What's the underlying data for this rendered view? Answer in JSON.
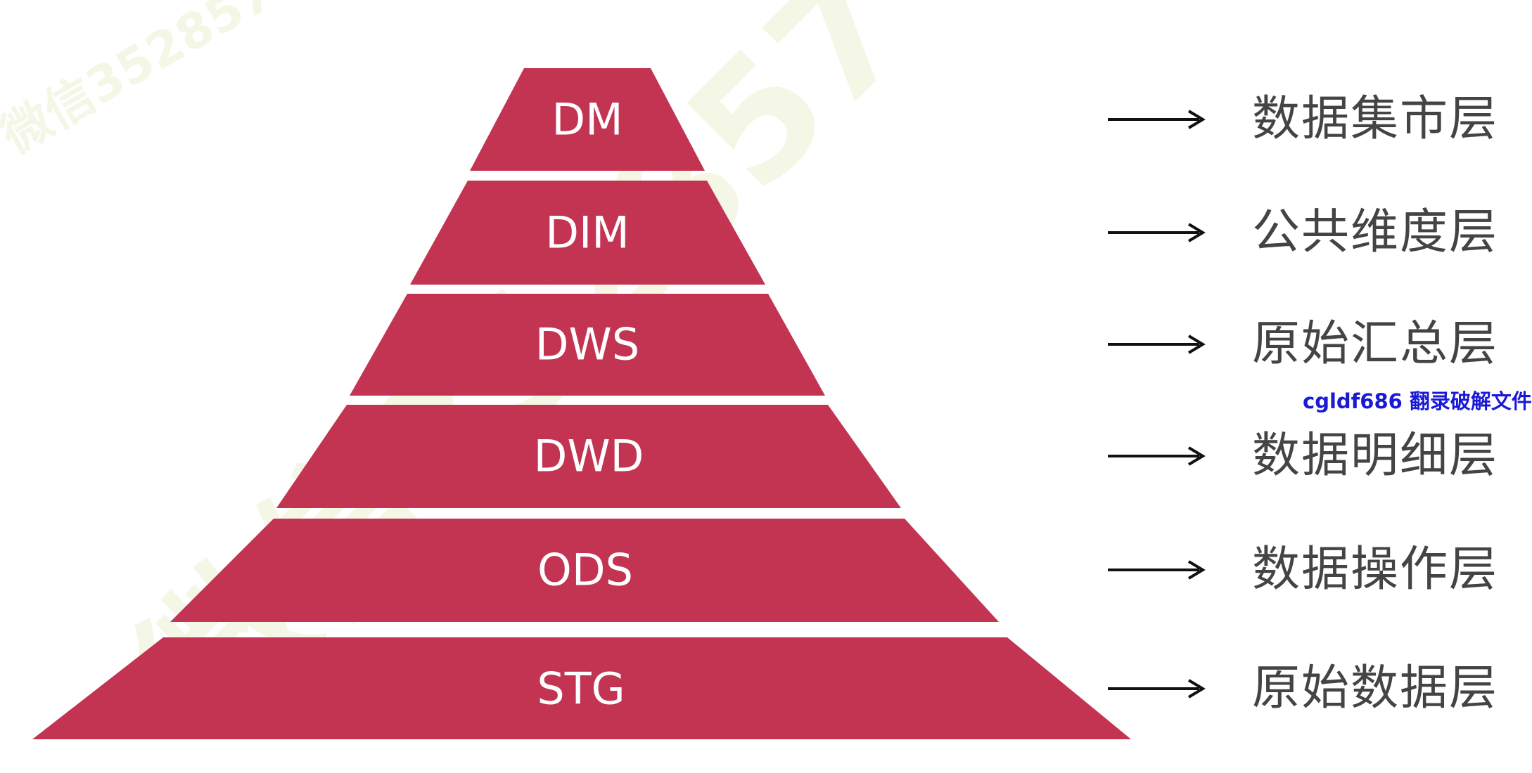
{
  "colors": {
    "layer_fill": "#c23452",
    "label_text": "#ffffff",
    "arrow": "#111111",
    "description_text": "#444444",
    "caption_text": "#1a1ad6",
    "watermark": "#f0f4dc"
  },
  "layers": [
    {
      "code": "DM",
      "description": "数据集市层"
    },
    {
      "code": "DIM",
      "description": "公共维度层"
    },
    {
      "code": "DWS",
      "description": "原始汇总层"
    },
    {
      "code": "DWD",
      "description": "数据明细层"
    },
    {
      "code": "ODS",
      "description": "数据操作层"
    },
    {
      "code": "STG",
      "description": "原始数据层"
    }
  ],
  "overlay_caption": "cgldf686 翻录破解文件",
  "watermark_text": "微信352857"
}
